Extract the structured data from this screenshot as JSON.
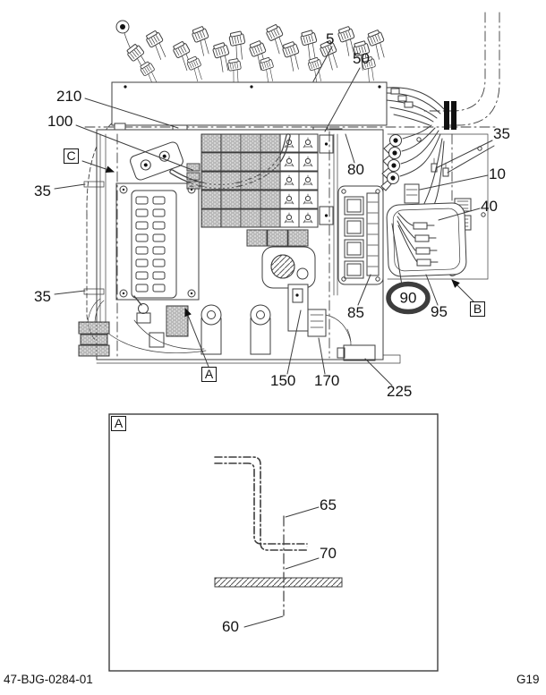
{
  "doc": {
    "footer_left": "47-BJG-0284-01",
    "footer_right": "G19"
  },
  "colors": {
    "highlight_green": "#2EA44F",
    "line": "#3d3d3d"
  },
  "callouts": {
    "c5": "5",
    "c50": "50",
    "c210": "210",
    "c100": "100",
    "c35_left_top": "35",
    "c35_left_bottom": "35",
    "c35_right": "35",
    "c80": "80",
    "c10": "10",
    "c40": "40",
    "c85": "85",
    "c90": "90",
    "c95": "95",
    "c150": "150",
    "c170": "170",
    "c225": "225",
    "c60": "60",
    "c65": "65",
    "c70": "70"
  },
  "markers": {
    "view_a": "A",
    "view_b": "B",
    "view_c": "C",
    "detail_a_label": "A"
  }
}
